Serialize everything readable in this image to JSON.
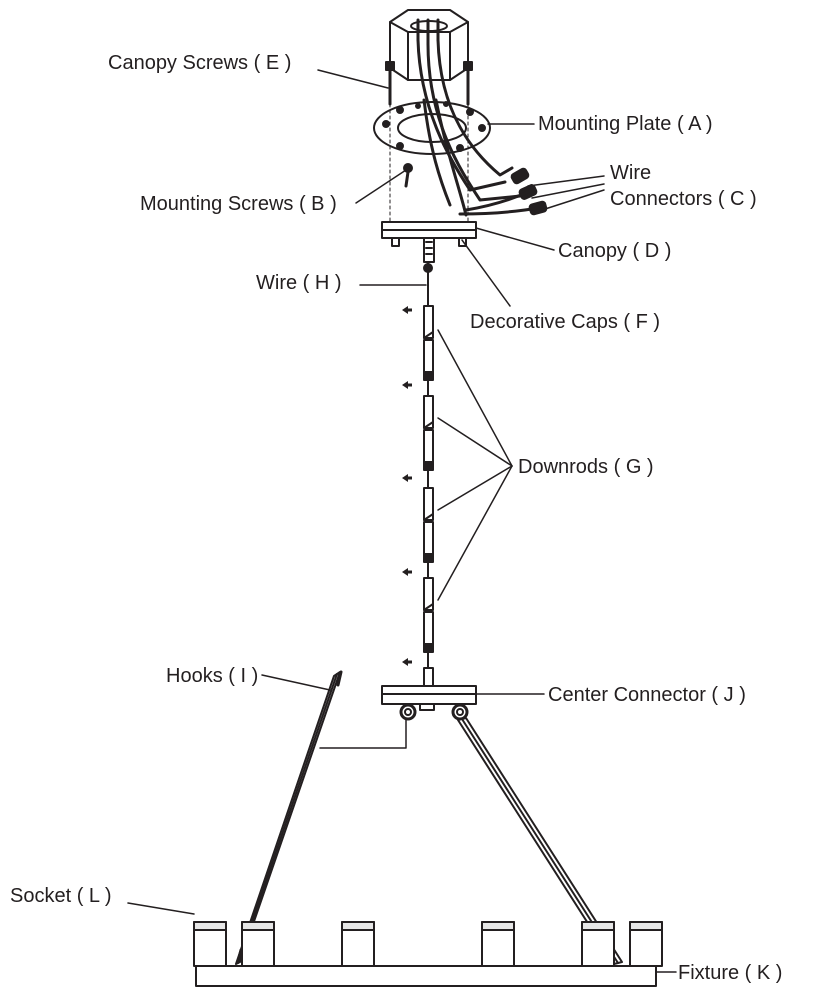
{
  "diagram": {
    "labels": {
      "canopy_screws": "Canopy Screws ( E )",
      "mounting_plate": "Mounting Plate ( A )",
      "wire_connectors_line1": "Wire",
      "wire_connectors_line2": "Connectors ( C )",
      "mounting_screws": "Mounting Screws ( B )",
      "canopy": "Canopy ( D )",
      "wire": "Wire ( H )",
      "decorative_caps": "Decorative Caps ( F )",
      "downrods": "Downrods ( G )",
      "hooks": "Hooks ( I )",
      "center_connector": "Center Connector ( J )",
      "socket": "Socket ( L )",
      "fixture": "Fixture ( K )"
    },
    "colors": {
      "ink": "#231f20",
      "fill_light": "#ffffff",
      "fill_shade": "#e6e6e6"
    }
  }
}
